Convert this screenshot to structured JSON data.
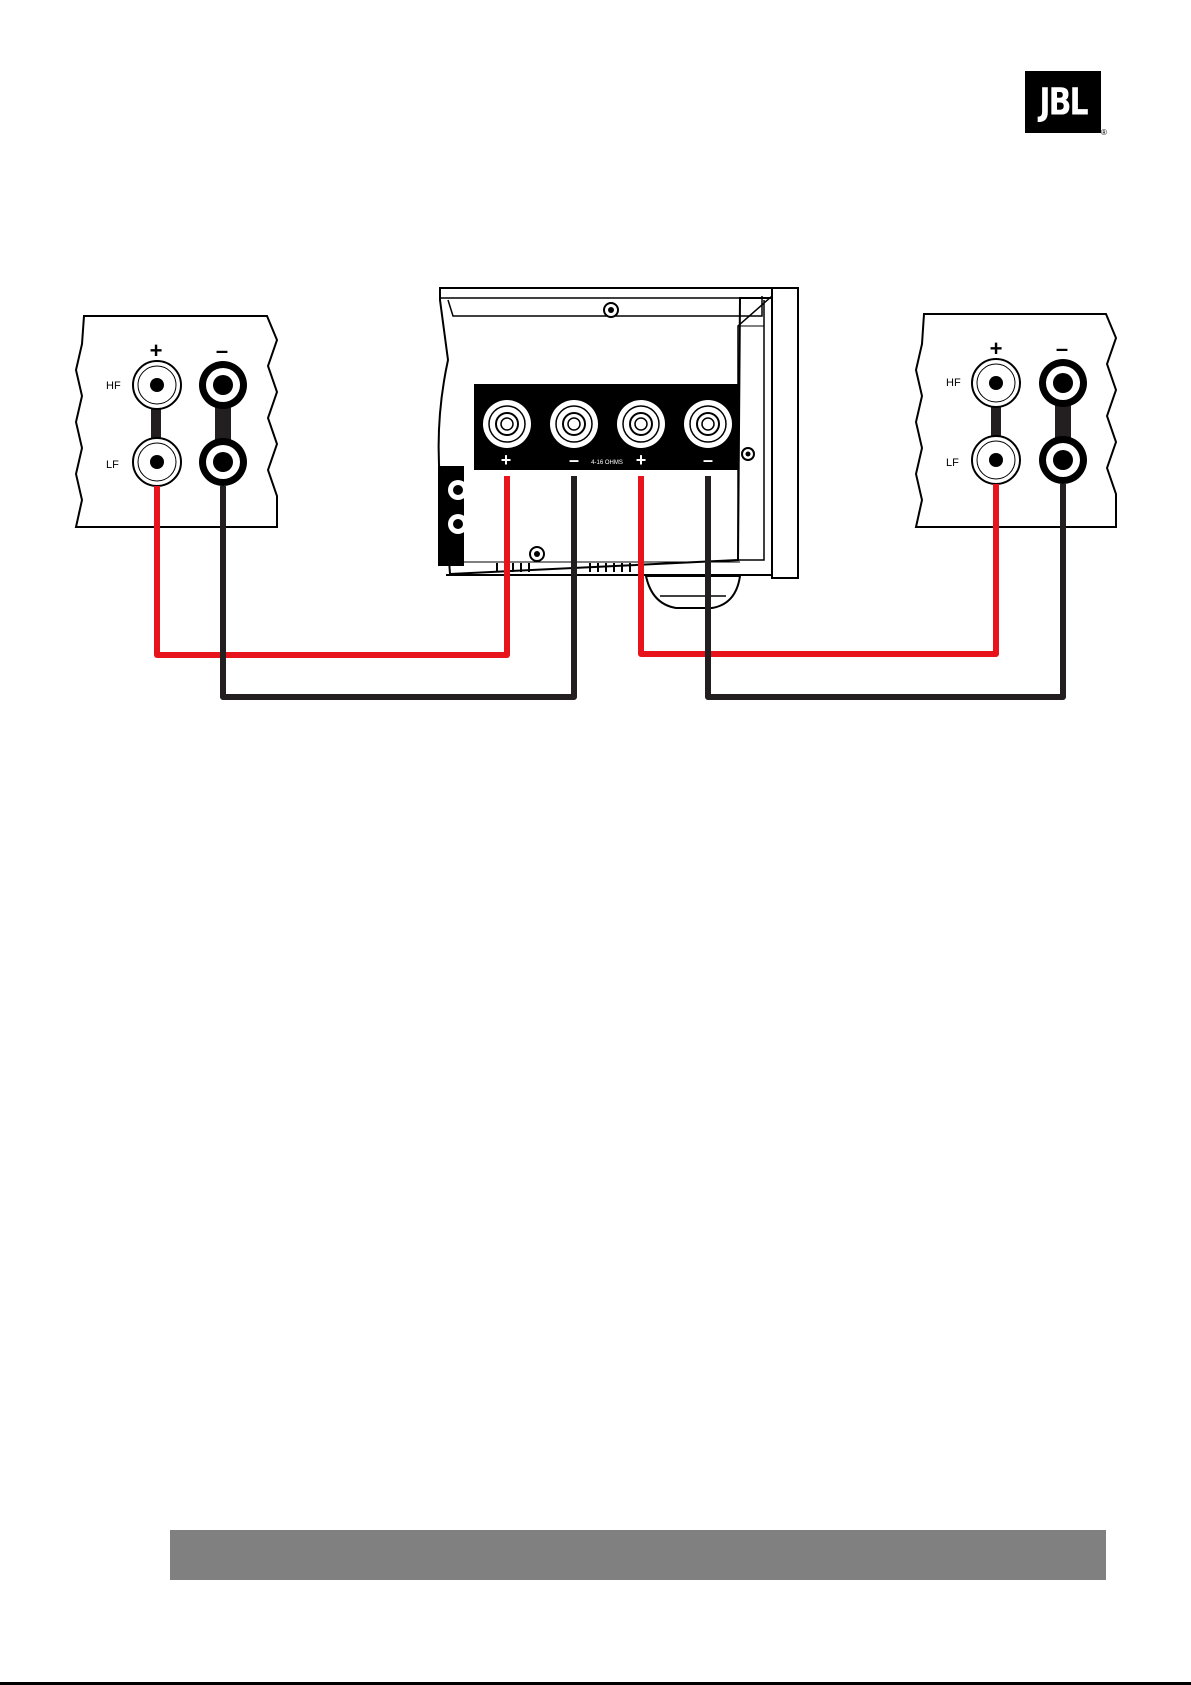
{
  "brand": {
    "logo_text": "JBL",
    "registered_mark": "®"
  },
  "speaker_left": {
    "plus": "+",
    "minus": "–",
    "hf": "HF",
    "lf": "LF"
  },
  "speaker_right": {
    "plus": "+",
    "minus": "–",
    "hf": "HF",
    "lf": "LF"
  },
  "amplifier": {
    "terminal_plus": "+",
    "terminal_minus": "–",
    "impedance_label": "4-16 OHMS"
  },
  "colors": {
    "positive_wire": "#e8141b",
    "negative_wire": "#231f20",
    "panel": "#000000"
  }
}
